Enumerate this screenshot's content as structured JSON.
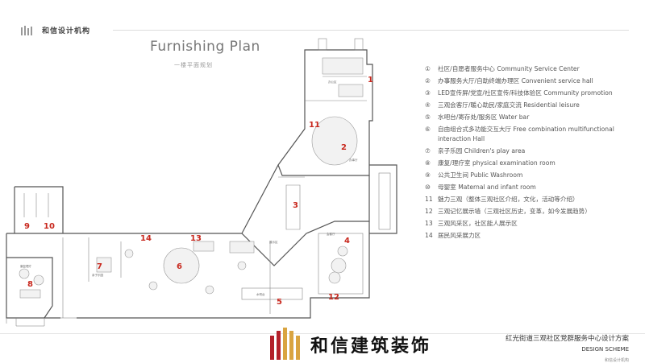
{
  "header": {
    "brand": "和信设计机构"
  },
  "title": "Furnishing Plan",
  "subtitle": "一楼平面规划",
  "legend": [
    {
      "num": "①",
      "text": "社区/自愿者服务中心  Community Service Center"
    },
    {
      "num": "②",
      "text": "办事服务大厅/自助终端办理区 Convenient service hall"
    },
    {
      "num": "③",
      "text": "LED宣传屏/党宣/社区宣传/科技体验区 Community promotion"
    },
    {
      "num": "④",
      "text": "三观会客厅/暖心助民/家庭交流  Residential leisure"
    },
    {
      "num": "⑤",
      "text": "水吧台/寄存处/服务区  Water bar"
    },
    {
      "num": "⑥",
      "text": "自由组合式多功能交互大厅 Free combination multifunctional interaction Hall"
    },
    {
      "num": "⑦",
      "text": "亲子乐园  Children's play area"
    },
    {
      "num": "⑧",
      "text": "康复/理疗室  physical examination room"
    },
    {
      "num": "⑨",
      "text": "公共卫生间  Public Washroom"
    },
    {
      "num": "⑩",
      "text": "母婴室  Maternal and infant room"
    },
    {
      "num": "11",
      "text": "魅力三观（整体三观社区介绍，文化，活动等介绍）"
    },
    {
      "num": "12",
      "text": "三观记忆展示墙（三观社区历史，变革，如今发展趋势）"
    },
    {
      "num": "13",
      "text": "三观风采区，社区能人展示区"
    },
    {
      "num": "14",
      "text": "居民风采展力区"
    }
  ],
  "plan_labels": [
    "1",
    "2",
    "3",
    "4",
    "5",
    "6",
    "7",
    "8",
    "9",
    "10",
    "11",
    "12",
    "13",
    "14"
  ],
  "plan_room_texts": {
    "office": "办公区",
    "hall": "办事厅",
    "water": "水吧台",
    "kids": "亲子乐园",
    "rehab": "康复理疗",
    "flow": "展示区",
    "meeting": "会客厅"
  },
  "footer": {
    "brand": "和信建筑装饰",
    "project": "红光街道三观社区党群服务中心设计方案",
    "design": "DESIGN SCHEME",
    "small": "和信设计机构"
  },
  "colors": {
    "accent": "#c8281e",
    "line": "#666666",
    "wall": "#444444",
    "brand_red": "#b3202a",
    "brand_gold": "#d9a441"
  }
}
